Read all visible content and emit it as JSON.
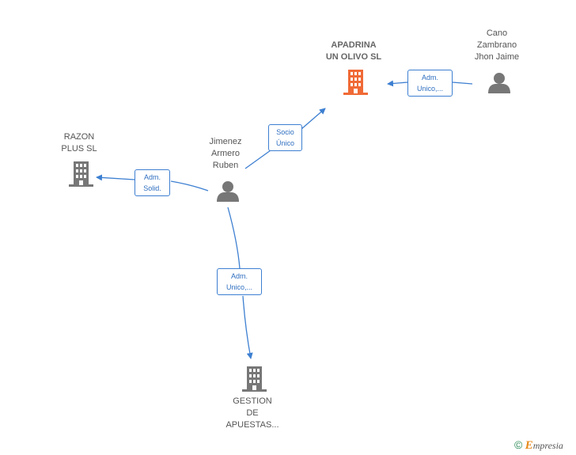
{
  "nodes": {
    "apadrina": {
      "label": "APADRINA\nUN OLIVO  SL",
      "color": "#f06a36"
    },
    "cano": {
      "label": "Cano\nZambrano\nJhon Jaime",
      "color": "#777777"
    },
    "razon": {
      "label": "RAZON\nPLUS SL",
      "color": "#777777"
    },
    "jimenez": {
      "label": "Jimenez\nArmero\nRuben",
      "color": "#777777"
    },
    "gestion": {
      "label": "GESTION\nDE\nAPUESTAS...",
      "color": "#777777"
    }
  },
  "edges": {
    "socio_unico": {
      "label": "Socio\nÚnico"
    },
    "adm_unico_cano": {
      "label": "Adm.\nUnico,..."
    },
    "adm_solid": {
      "label": "Adm.\nSolid."
    },
    "adm_unico_gestion": {
      "label": "Adm.\nUnico,..."
    }
  },
  "colors": {
    "edge": "#3d7fd1",
    "node_main": "#f06a36",
    "node": "#777777"
  },
  "footer": {
    "copyright": "©",
    "brand_initial": "E",
    "brand_rest": "mpresia"
  }
}
